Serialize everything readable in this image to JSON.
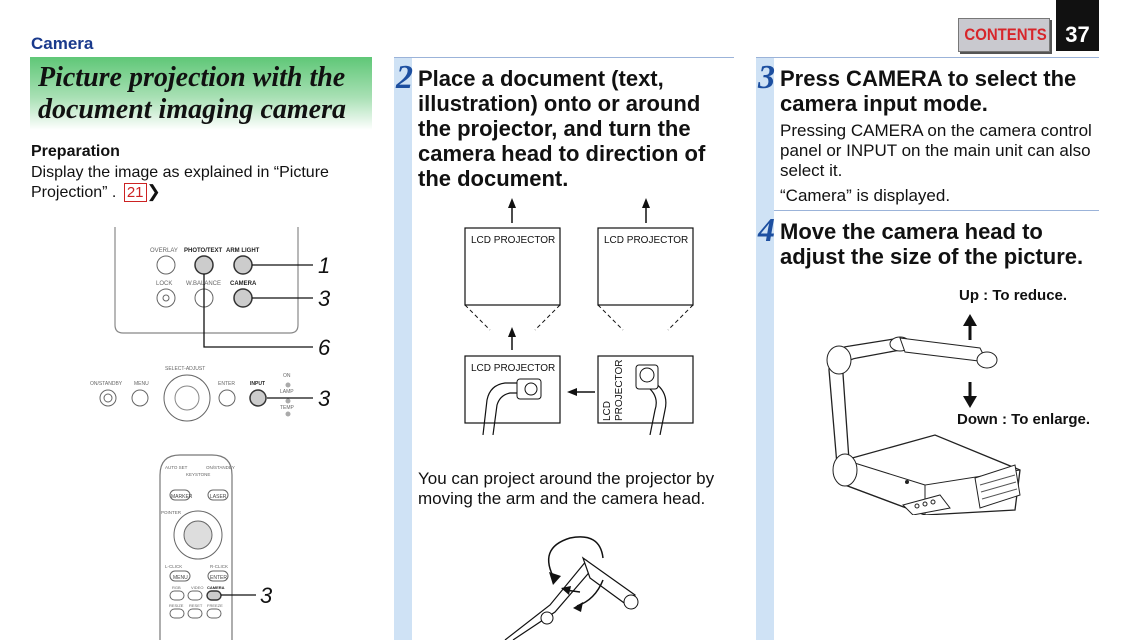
{
  "header": {
    "section": "Camera",
    "contents_button": "CONTENTS",
    "page_number": "37"
  },
  "left": {
    "title": "Picture projection with the document imaging camera",
    "preparation_heading": "Preparation",
    "preparation_text": "Display the image as explained in “Picture Projection” .",
    "page_ref": "21",
    "panel_labels": {
      "overlay": "OVERLAY",
      "photo_text": "PHOTO/TEXT",
      "arm_light": "ARM LIGHT",
      "lock": "LOCK",
      "wbalance": "W.BALANCE",
      "camera": "CAMERA",
      "select_adjust": "SELECT-ADJUST",
      "on_standby": "ON/STANDBY",
      "menu": "MENU",
      "enter": "ENTER",
      "input": "INPUT",
      "on": "ON",
      "lamp": "LAMP",
      "temp": "TEMP"
    },
    "remote_labels": {
      "auto_set": "AUTO SET",
      "on_standby": "ON/STANDBY",
      "keystone": "KEYSTONE",
      "marker": "MARKER",
      "laser": "LASER",
      "pointer": "POINTER",
      "l_click": "L-CLICK",
      "r_click": "R-CLICK",
      "menu": "MENU",
      "enter": "ENTER",
      "rgb": "RGB",
      "video": "VIDEO",
      "camera": "CAMERA",
      "resize": "RESIZE",
      "reset": "RESET",
      "freeze": "FREEZE"
    },
    "callouts": [
      "1",
      "3",
      "6",
      "3",
      "3"
    ]
  },
  "step2": {
    "number": "2",
    "heading": "Place a document (text, illustration) onto or around the projector, and turn the camera head to direction of the document.",
    "box_label": "LCD PROJECTOR",
    "rotated_label_line1": "LCD",
    "rotated_label_line2": "PROJECTOR",
    "note": "You can project around the projector by moving the arm and the camera head."
  },
  "step3": {
    "number": "3",
    "heading": "Press CAMERA to select the camera input mode.",
    "text1": "Pressing CAMERA on the camera control panel or INPUT on the main unit can also select it.",
    "text2": "“Camera” is displayed."
  },
  "step4": {
    "number": "4",
    "heading": "Move the camera head to adjust the size of the picture.",
    "up_label": "Up : To reduce.",
    "down_label": "Down : To enlarge."
  }
}
